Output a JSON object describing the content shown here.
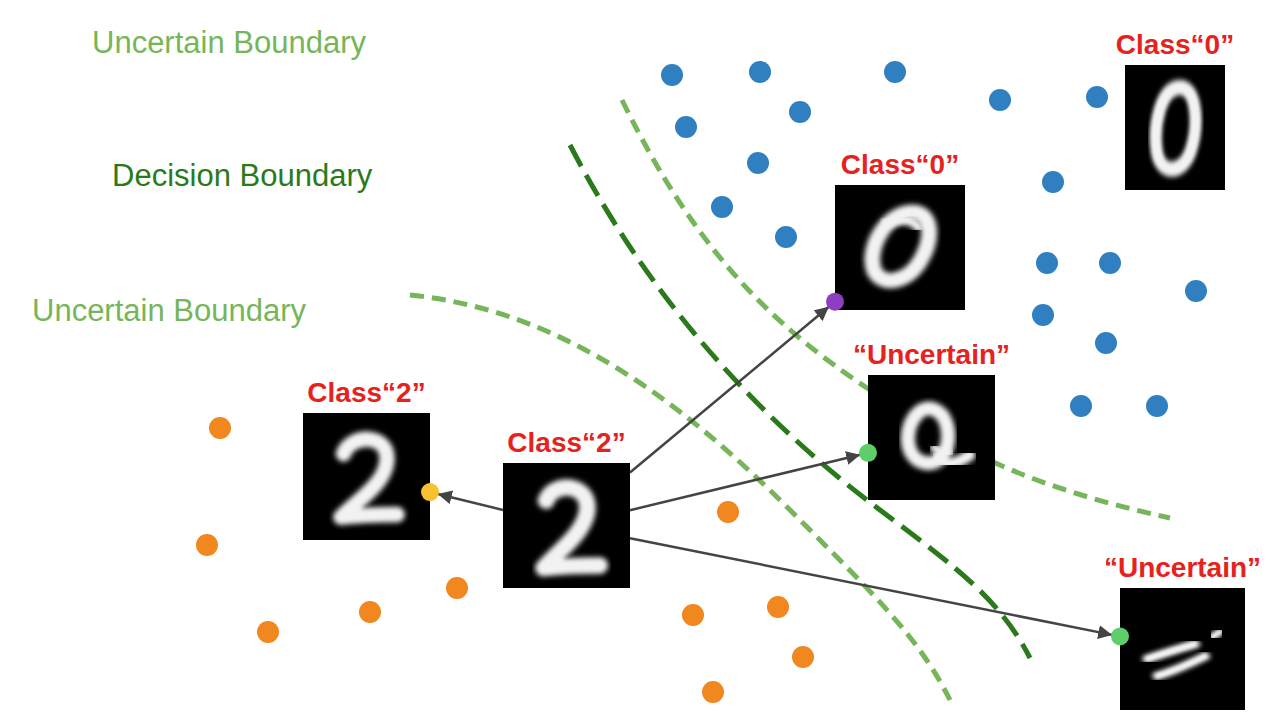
{
  "diagram": {
    "nodes": [
      {
        "text": [
          "Class“0”"
        ]
      },
      {
        "text": [
          "Class“0”"
        ]
      },
      {
        "text": [
          "“Uncertain”"
        ]
      },
      {
        "text": [
          "Class“2”"
        ]
      },
      {
        "text": [
          "Class“2”"
        ]
      },
      {
        "text": [
          "“Uncertain”"
        ]
      }
    ],
    "edges": [
      {
        "from": 4,
        "to": 3,
        "arrow": "to"
      },
      {
        "from": 4,
        "to": 1,
        "arrow": "to"
      },
      {
        "from": 4,
        "to": 2,
        "arrow": "to"
      },
      {
        "from": 4,
        "to": 5,
        "arrow": "to"
      }
    ],
    "labels": [
      "Uncertain Boundary",
      "Decision Boundary",
      "Uncertain Boundary"
    ]
  }
}
